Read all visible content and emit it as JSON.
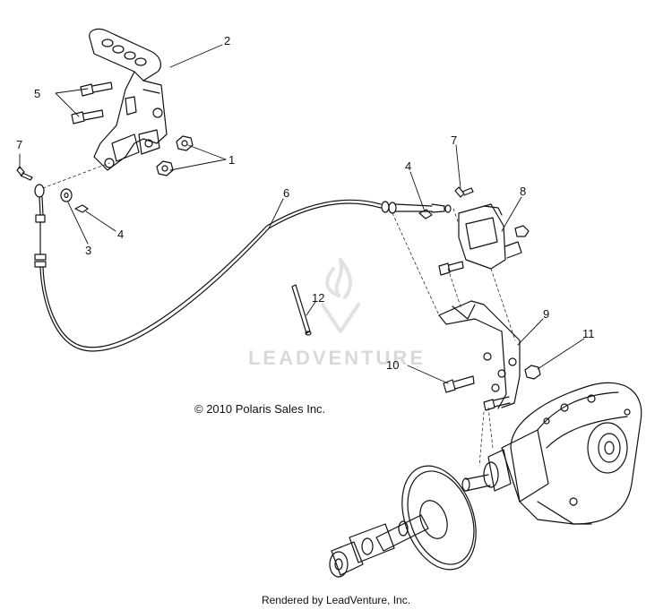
{
  "copyright": "© 2010 Polaris Sales Inc.",
  "footer": "Rendered by LeadVenture, Inc.",
  "watermark": {
    "text": "LEADVENTURE",
    "color": "#d9d9d9"
  },
  "callouts": {
    "c1": "1",
    "c2": "2",
    "c3": "3",
    "c4a": "4",
    "c4b": "4",
    "c5": "5",
    "c6": "6",
    "c7a": "7",
    "c7b": "7",
    "c8": "8",
    "c9": "9",
    "c10": "10",
    "c11": "11",
    "c12": "12"
  }
}
